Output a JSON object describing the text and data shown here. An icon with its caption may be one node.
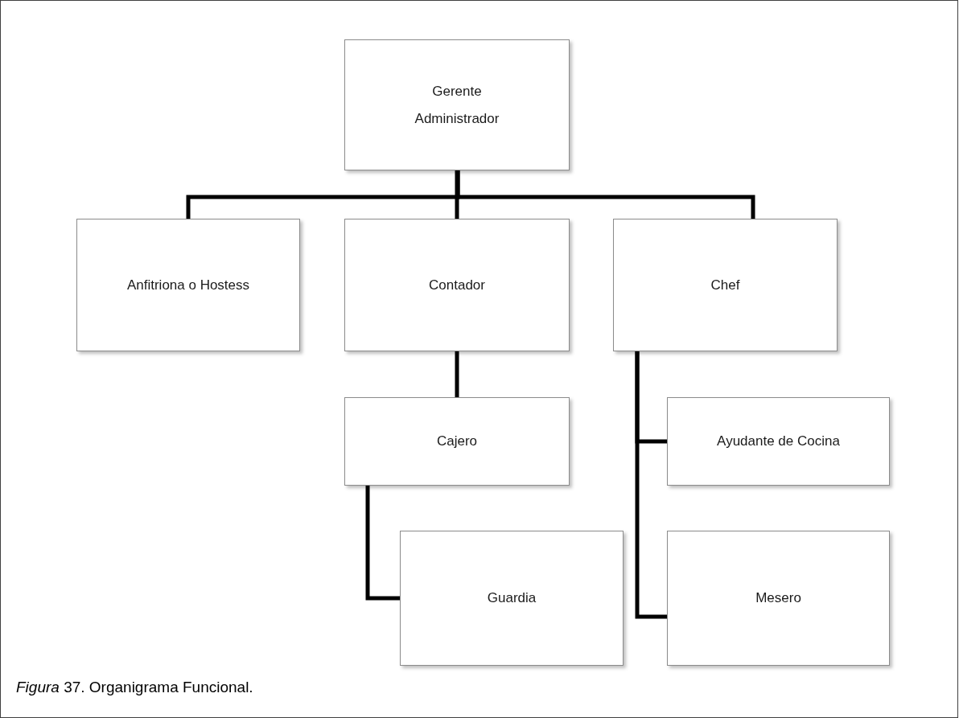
{
  "diagram": {
    "caption": "*Figura* 37. Organigrama Funcional.",
    "nodes": [
      {
        "text": [
          "Gerente Administrador"
        ]
      },
      {
        "text": [
          "Anfitriona o Hostess"
        ]
      },
      {
        "text": [
          "Contador"
        ]
      },
      {
        "text": [
          "Chef"
        ]
      },
      {
        "text": [
          "Cajero"
        ]
      },
      {
        "text": [
          "Guardia"
        ]
      },
      {
        "text": [
          "Ayudante de Cocina"
        ]
      },
      {
        "text": [
          "Mesero"
        ]
      }
    ],
    "edges": [
      {
        "from": 0,
        "to": 1,
        "arrow": "none"
      },
      {
        "from": 0,
        "to": 2,
        "arrow": "none"
      },
      {
        "from": 0,
        "to": 3,
        "arrow": "none"
      },
      {
        "from": 2,
        "to": 4,
        "arrow": "none"
      },
      {
        "from": 4,
        "to": 5,
        "arrow": "none"
      },
      {
        "from": 3,
        "to": 6,
        "arrow": "none"
      },
      {
        "from": 3,
        "to": 7,
        "arrow": "none"
      }
    ]
  }
}
